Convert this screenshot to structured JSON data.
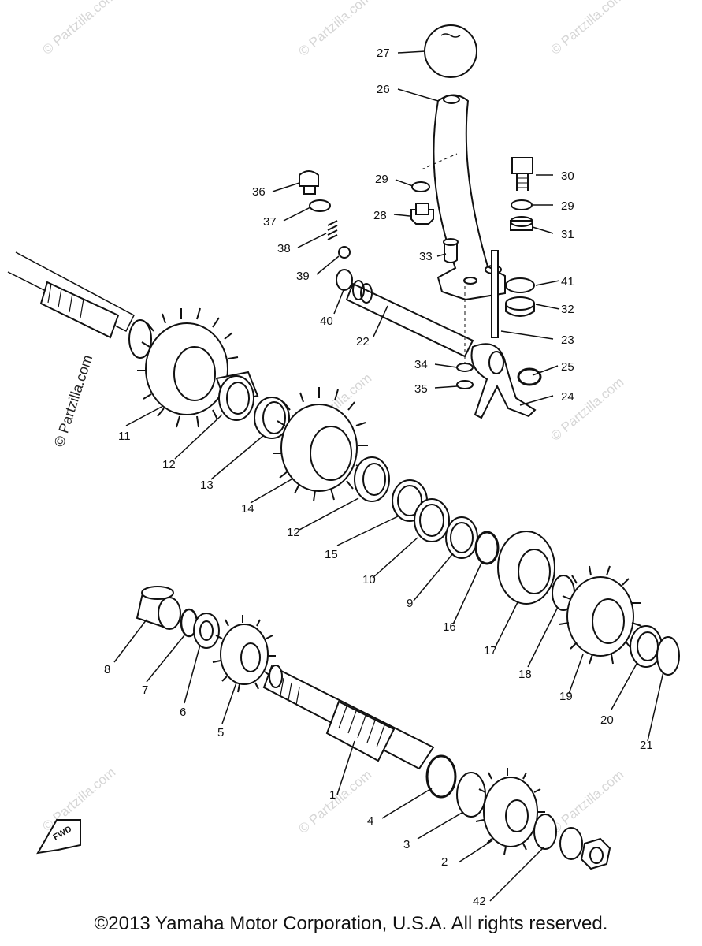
{
  "watermark": "© Partzilla.com",
  "watermark_side": "© Partzilla.com",
  "fwd_label": "FWD",
  "callouts": [
    "1",
    "2",
    "3",
    "4",
    "5",
    "6",
    "7",
    "8",
    "9",
    "10",
    "11",
    "12",
    "12",
    "13",
    "14",
    "15",
    "16",
    "17",
    "18",
    "19",
    "20",
    "21",
    "22",
    "23",
    "24",
    "25",
    "26",
    "27",
    "28",
    "29",
    "29",
    "30",
    "31",
    "32",
    "33",
    "34",
    "35",
    "36",
    "37",
    "38",
    "39",
    "40",
    "41",
    "42"
  ],
  "copyright": "©2013  Yamaha Motor Corporation, U.S.A. All rights reserved."
}
